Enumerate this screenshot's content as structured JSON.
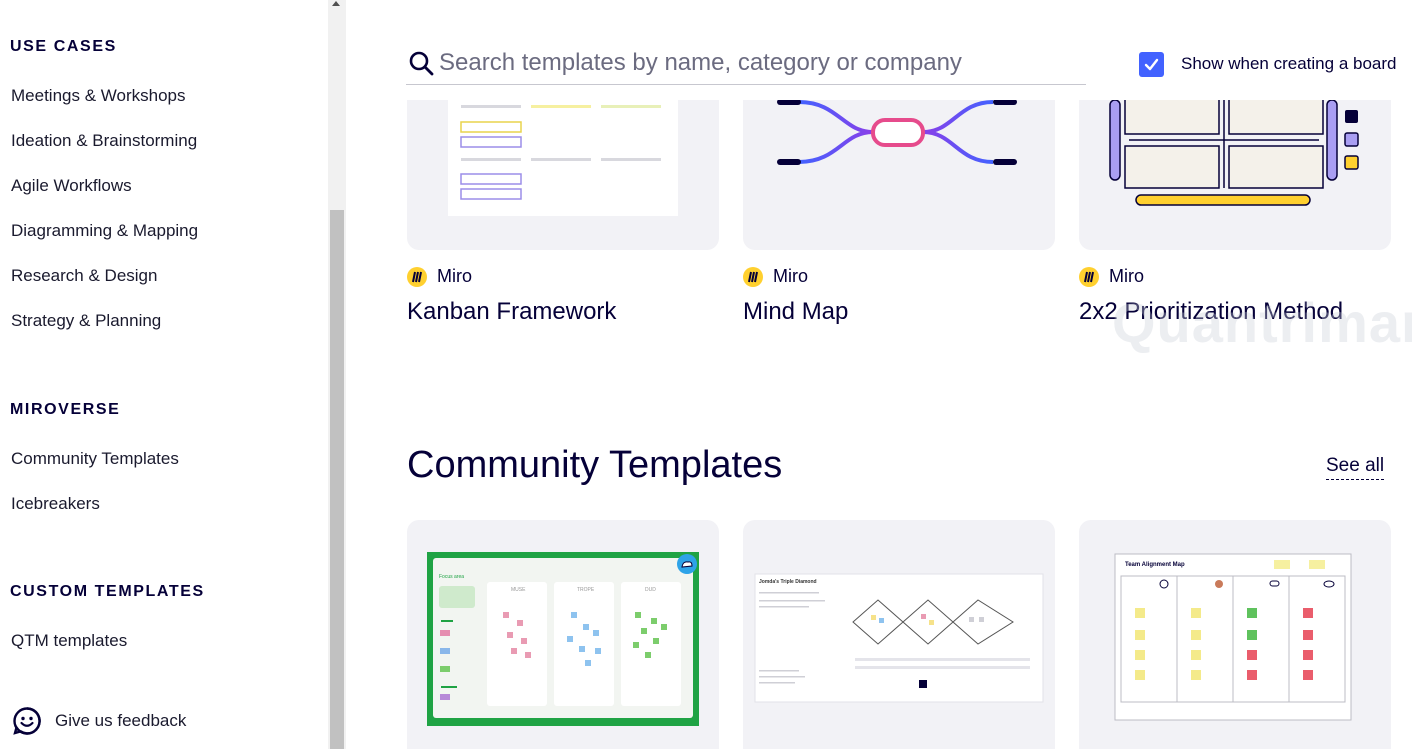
{
  "sidebar": {
    "sections": [
      {
        "title": "USE CASES",
        "items": [
          "Meetings & Workshops",
          "Ideation & Brainstorming",
          "Agile Workflows",
          "Diagramming & Mapping",
          "Research & Design",
          "Strategy & Planning"
        ]
      },
      {
        "title": "MIROVERSE",
        "items": [
          "Community Templates",
          "Icebreakers"
        ]
      },
      {
        "title": "CUSTOM TEMPLATES",
        "items": [
          "QTM templates"
        ]
      }
    ],
    "feedback": {
      "label": "Give us feedback",
      "icon": "smiley-icon"
    }
  },
  "search": {
    "placeholder": "Search templates by name, category or company",
    "icon": "search-icon"
  },
  "show_when_creating": {
    "label": "Show when creating a board",
    "checked": true,
    "color": "#4262ff"
  },
  "templates": [
    {
      "author": "Miro",
      "title": "Kanban Framework"
    },
    {
      "author": "Miro",
      "title": "Mind Map"
    },
    {
      "author": "Miro",
      "title": "2x2 Prioritization Method"
    }
  ],
  "community": {
    "title": "Community Templates",
    "see_all": "See all",
    "thumb_texts": {
      "retro": {
        "focus": "Focus area",
        "s1": "MUSE",
        "s2": "TROPE",
        "s3": "DUD"
      },
      "diamond": {
        "title": "Jomda's Triple Diamond"
      },
      "alignment": {
        "title": "Team Alignment Map"
      }
    }
  },
  "watermark": "Quantrimang",
  "colors": {
    "accent": "#4262ff",
    "miro_yellow": "#ffd02f",
    "text": "#050038"
  }
}
